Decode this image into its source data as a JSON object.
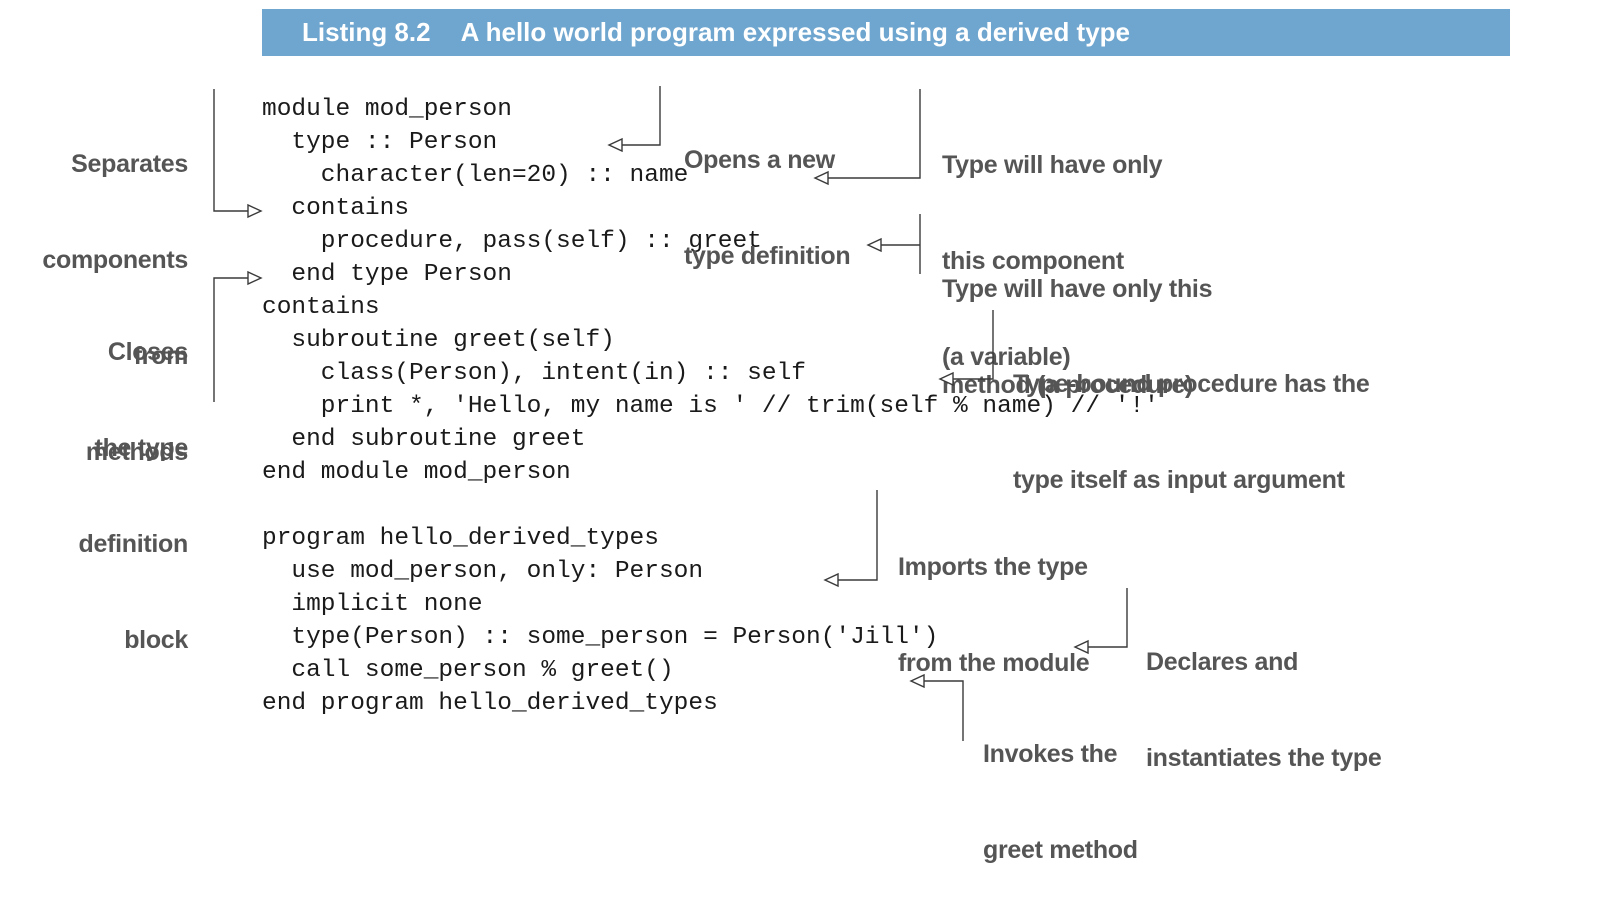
{
  "listing": {
    "number": "Listing 8.2",
    "title": "A hello world program expressed using a derived type"
  },
  "code": [
    "module mod_person",
    "  type :: Person",
    "    character(len=20) :: name",
    "  contains",
    "    procedure, pass(self) :: greet",
    "  end type Person",
    "contains",
    "  subroutine greet(self)",
    "    class(Person), intent(in) :: self",
    "    print *, 'Hello, my name is ' // trim(self % name) // '!'",
    "  end subroutine greet",
    "end module mod_person",
    "",
    "program hello_derived_types",
    "  use mod_person, only: Person",
    "  implicit none",
    "  type(Person) :: some_person = Person('Jill')",
    "  call some_person % greet()",
    "end program hello_derived_types"
  ],
  "annotations": {
    "separates": [
      "Separates",
      "components",
      "from",
      "methods"
    ],
    "closes": [
      "Closes",
      "the type",
      "definition",
      "block"
    ],
    "opens": [
      "Opens a new",
      "type definition"
    ],
    "component": [
      "Type will have only",
      "this component",
      "(a variable)"
    ],
    "method": [
      "Type will have only this",
      "method (a procedure)"
    ],
    "bound": [
      "Type-bound procedure has the",
      "type itself as input argument"
    ],
    "imports": [
      "Imports the type",
      "from the module"
    ],
    "declares": [
      "Declares and",
      "instantiates the type"
    ],
    "invokes": [
      "Invokes the",
      "greet method"
    ]
  },
  "colors": {
    "header_bg": "#6fa6cf",
    "header_text": "#ffffff",
    "annotation_text": "#555555",
    "code_text": "#1a1a1a"
  }
}
